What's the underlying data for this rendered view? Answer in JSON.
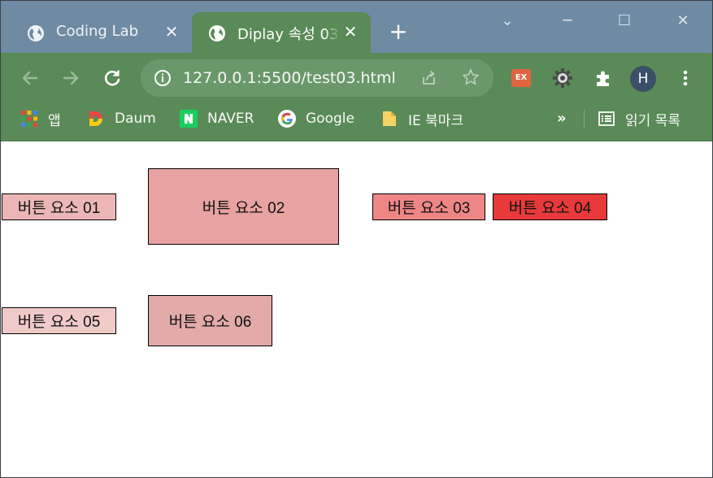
{
  "browser": {
    "tabs": [
      {
        "title": "Coding Lab",
        "active": false
      },
      {
        "title": "Diplay 속성 03",
        "active": true
      }
    ],
    "new_tab_label": "+",
    "window_controls": {
      "chevron": "⌄",
      "minimize": "─",
      "maximize": "☐",
      "close": "✕"
    },
    "close_tab_glyph": "✕",
    "address": "127.0.0.1:5500/test03.html",
    "profile_initial": "H",
    "extension_badge": "EX",
    "bookmarks": [
      {
        "label": "앱",
        "icon": "apps-grid-icon"
      },
      {
        "label": "Daum",
        "icon": "daum-icon"
      },
      {
        "label": "NAVER",
        "icon": "naver-icon"
      },
      {
        "label": "Google",
        "icon": "google-icon"
      },
      {
        "label": "IE 북마크",
        "icon": "folder-icon"
      }
    ],
    "bookmarks_overflow": "»",
    "reading_list": "읽기 목록"
  },
  "page": {
    "buttons": [
      {
        "label": "버튼 요소 01",
        "color": "#ecb6b6"
      },
      {
        "label": "버튼 요소 02",
        "color": "#e8a2a2"
      },
      {
        "label": "버튼 요소 03",
        "color": "#ee8686"
      },
      {
        "label": "버튼 요소 04",
        "color": "#e83a3a"
      },
      {
        "label": "버튼 요소 05",
        "color": "#f0c9c9"
      },
      {
        "label": "버튼 요소 06",
        "color": "#e3aaaa"
      }
    ]
  }
}
